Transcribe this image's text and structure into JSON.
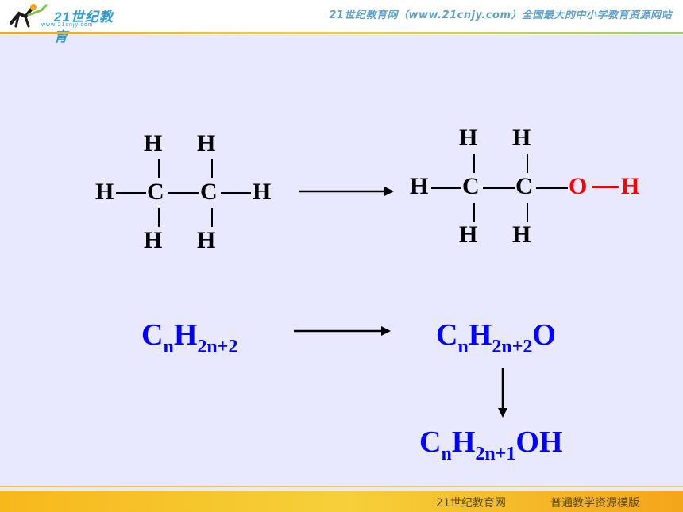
{
  "header": {
    "logo_text": "21世纪教育",
    "logo_url": "www.21cnjy.com",
    "site_text": "21世纪教育网（www.21cnjy.com）全国最大的中小学教育资源网站"
  },
  "ethane": {
    "top_h1": "H",
    "top_h2": "H",
    "left_h": "H",
    "c1": "C",
    "c2": "C",
    "right_h": "H",
    "bot_h1": "H",
    "bot_h2": "H"
  },
  "ethanol": {
    "top_h1": "H",
    "top_h2": "H",
    "left_h": "H",
    "c1": "C",
    "c2": "C",
    "o": "O",
    "oh_h": "H",
    "bot_h1": "H",
    "bot_h2": "H"
  },
  "formulas": {
    "alkane": {
      "c": "C",
      "n": "n",
      "h": "H",
      "sub": "2n+2"
    },
    "intermediate": {
      "c": "C",
      "n": "n",
      "h": "H",
      "sub": "2n+2",
      "tail": "O"
    },
    "alcohol": {
      "c": "C",
      "n": "n",
      "h": "H",
      "sub": "2n+1",
      "tail": "OH"
    }
  },
  "colors": {
    "formula": "#0000ff",
    "hydroxyl": "#ff0000",
    "background": "#e8e8fe"
  },
  "footer": {
    "left_text": "21世纪教育网",
    "right_text": "普通教学资源模版"
  }
}
